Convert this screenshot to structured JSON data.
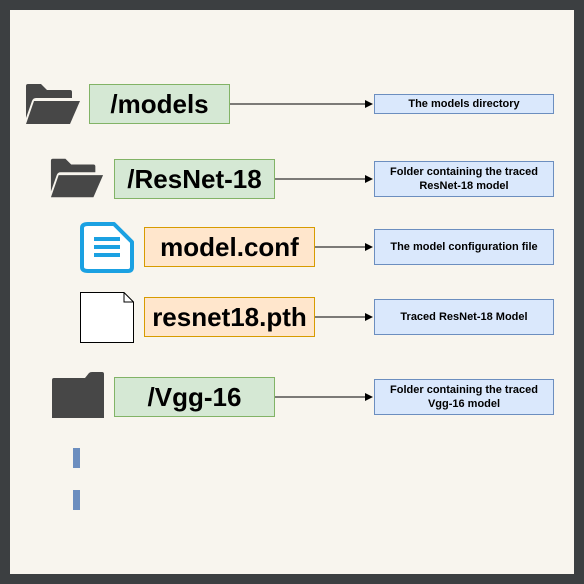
{
  "tree": {
    "root_folder": {
      "label": "/models",
      "icon": "folder-open-icon",
      "description": "The models directory"
    },
    "resnet_folder": {
      "label": "/ResNet-18",
      "icon": "folder-open-icon",
      "description": "Folder containing the traced\nResNet-18 model"
    },
    "conf_file": {
      "label": "model.conf",
      "icon": "document-icon",
      "description": "The model configuration file"
    },
    "pth_file": {
      "label": "resnet18.pth",
      "icon": "blank-file-icon",
      "description": "Traced ResNet-18 Model"
    },
    "vgg_folder": {
      "label": "/Vgg-16",
      "icon": "folder-closed-icon",
      "description": "Folder containing the traced\nVgg-16 model"
    }
  },
  "colors": {
    "folder_fill": "#d5e8d4",
    "folder_border": "#82b366",
    "file_fill": "#ffe6cc",
    "file_border": "#d79b00",
    "desc_fill": "#dae8fc",
    "desc_border": "#6c8ebf",
    "icon_dark": "#474747",
    "doc_icon": "#1ba1e2",
    "background": "#f8f5ee",
    "frame": "#3c3f41"
  }
}
